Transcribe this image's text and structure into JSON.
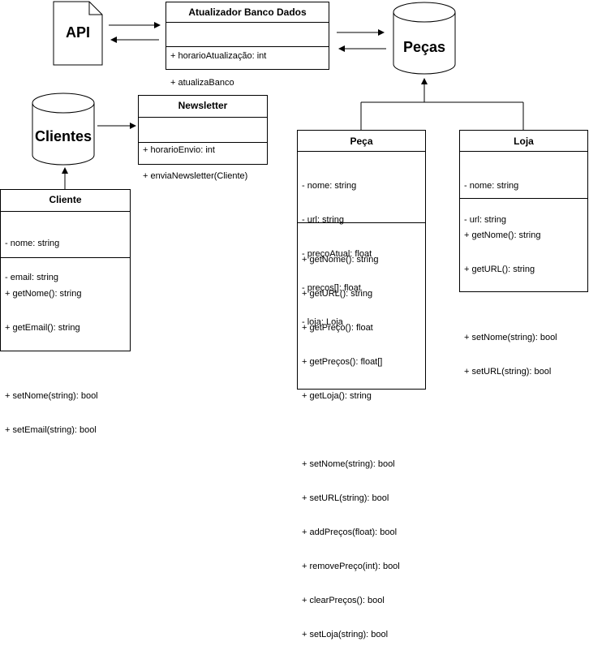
{
  "api": {
    "label": "API"
  },
  "updater": {
    "title": "Atualizador Banco Dados",
    "attributes": [
      "+ horarioAtualização: int"
    ],
    "methods": [
      "+ atualizaBanco"
    ]
  },
  "pecas_db": {
    "label": "Peças"
  },
  "clientes_db": {
    "label": "Clientes"
  },
  "newsletter": {
    "title": "Newsletter",
    "attributes": [
      "+ horarioEnvio: int"
    ],
    "methods": [
      "+ enviaNewsletter(Cliente)"
    ]
  },
  "cliente": {
    "title": "Cliente",
    "attributes": [
      "- nome: string",
      "- email: string"
    ],
    "methods": [
      "+ getNome(): string",
      "+ getEmail(): string",
      "",
      "+ setNome(string): bool",
      "+ setEmail(string): bool"
    ]
  },
  "peca": {
    "title": "Peça",
    "attributes": [
      "- nome: string",
      "- url: string",
      "- preçoAtual: float",
      "- preços[]: float",
      "- loja: Loja"
    ],
    "methods": [
      "+ getNome(): string",
      "+ getURL(): string",
      "+ getPreço(): float",
      "+ getPreços(): float[]",
      "+ getLoja(): string",
      "",
      "+ setNome(string): bool",
      "+ setURL(string): bool",
      "+ addPreços(float): bool",
      "+ removePreço(int): bool",
      "+ clearPreços(): bool",
      "+ setLoja(string): bool"
    ]
  },
  "loja": {
    "title": "Loja",
    "attributes": [
      "- nome: string",
      "- url: string"
    ],
    "methods": [
      "+ getNome(): string",
      "+ getURL(): string",
      "",
      "+ setNome(string): bool",
      "+ setURL(string): bool"
    ]
  }
}
